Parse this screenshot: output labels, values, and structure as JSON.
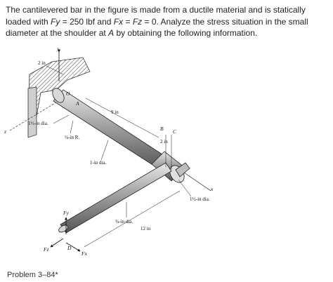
{
  "problem": {
    "part1": "The cantilevered bar in the figure is made from a ductile material and is statically loaded with ",
    "fy_symbol": "Fy",
    "part2": " = 250 lbf  and ",
    "fx_symbol": "Fx",
    "part3": " = ",
    "fz_symbol": "Fz",
    "part4": " = 0. Analyze the stress situation in the small diameter at the shoulder at ",
    "point_symbol": "A",
    "part5": " by obtaining the following information."
  },
  "figure": {
    "dim_2in_top": "2 in",
    "label_O": "O",
    "label_A": "A",
    "dim_9in": "9 in",
    "label_B": "B",
    "label_C": "C",
    "dim_2in_BC": "2 in",
    "dia_1half": "1½-in dia.",
    "radius_quarter": "¼-in R.",
    "dia_1in": "1-in dia.",
    "dia_1half_arm": "1½-in dia.",
    "dia_3quarter": "¾-in dia.",
    "dim_12in": "12 in",
    "axis_x": "x",
    "axis_y": "y",
    "axis_z": "z",
    "force_Fx": "Fx",
    "force_Fy": "Fy",
    "force_Fz": "Fz",
    "label_D": "D"
  },
  "caption": "Problem 3–84*"
}
